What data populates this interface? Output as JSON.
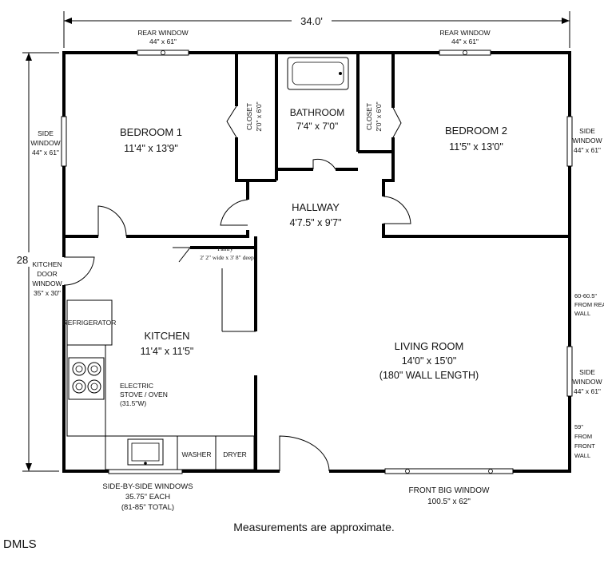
{
  "overall": {
    "width_label": "34.0'",
    "depth_label": "28"
  },
  "rooms": {
    "bedroom1": {
      "name": "BEDROOM 1",
      "size": "11'4\" x 13'9\""
    },
    "bedroom2": {
      "name": "BEDROOM 2",
      "size": "11'5\" x 13'0\""
    },
    "bathroom": {
      "name": "BATHROOM",
      "size": "7'4\" x 7'0\""
    },
    "hallway": {
      "name": "HALLWAY",
      "size": "4'7.5\" x 9'7\""
    },
    "kitchen": {
      "name": "KITCHEN",
      "size": "11'4\" x 11'5\""
    },
    "living": {
      "name": "LIVING ROOM",
      "size": "14'0\" x 15'0\"",
      "note": "(180\" WALL LENGTH)"
    },
    "closet1": {
      "name": "CLOSET",
      "size": "2'0\" x 6'0\""
    },
    "closet2": {
      "name": "CLOSET",
      "size": "2'0\" x 6'0\""
    },
    "pantry": {
      "name": "Pantry",
      "size": "2' 2\" wide x 3' 8\" deep"
    }
  },
  "fixtures": {
    "refrigerator": "REFRIGERATOR",
    "stove_line1": "ELECTRIC",
    "stove_line2": "STOVE / OVEN",
    "stove_line3": "(31.5\"W)",
    "washer": "WASHER",
    "dryer": "DRYER"
  },
  "windows": {
    "rear_left": {
      "label": "REAR WINDOW",
      "size": "44\" x 61\""
    },
    "rear_right": {
      "label": "REAR WINDOW",
      "size": "44\" x 61\""
    },
    "side_left": {
      "line1": "SIDE",
      "line2": "WINDOW",
      "size": "44\" x 61\""
    },
    "side_right_top": {
      "line1": "SIDE",
      "line2": "WINDOW",
      "size": "44\" x 61\""
    },
    "side_right_bottom": {
      "line1": "SIDE",
      "line2": "WINDOW",
      "size": "44\" x 61\""
    },
    "kitchen_door": {
      "line1": "KITCHEN",
      "line2": "DOOR",
      "line3": "WINDOW",
      "size": "35\" x 30\""
    },
    "side_by_side": {
      "line1": "SIDE-BY-SIDE WINDOWS",
      "line2": "35.75\" EACH",
      "line3": "(81-85\" TOTAL)"
    },
    "front_big": {
      "label": "FRONT BIG WINDOW",
      "size": "100.5\" x 62\""
    }
  },
  "notes": {
    "from_rear_1": "60-60.5\"",
    "from_rear_2": "FROM REAR",
    "from_rear_3": "WALL",
    "from_front_1": "59\"",
    "from_front_2": "FROM",
    "from_front_3": "FRONT",
    "from_front_4": "WALL",
    "disclaimer": "Measurements are approximate.",
    "brand": "DMLS"
  }
}
